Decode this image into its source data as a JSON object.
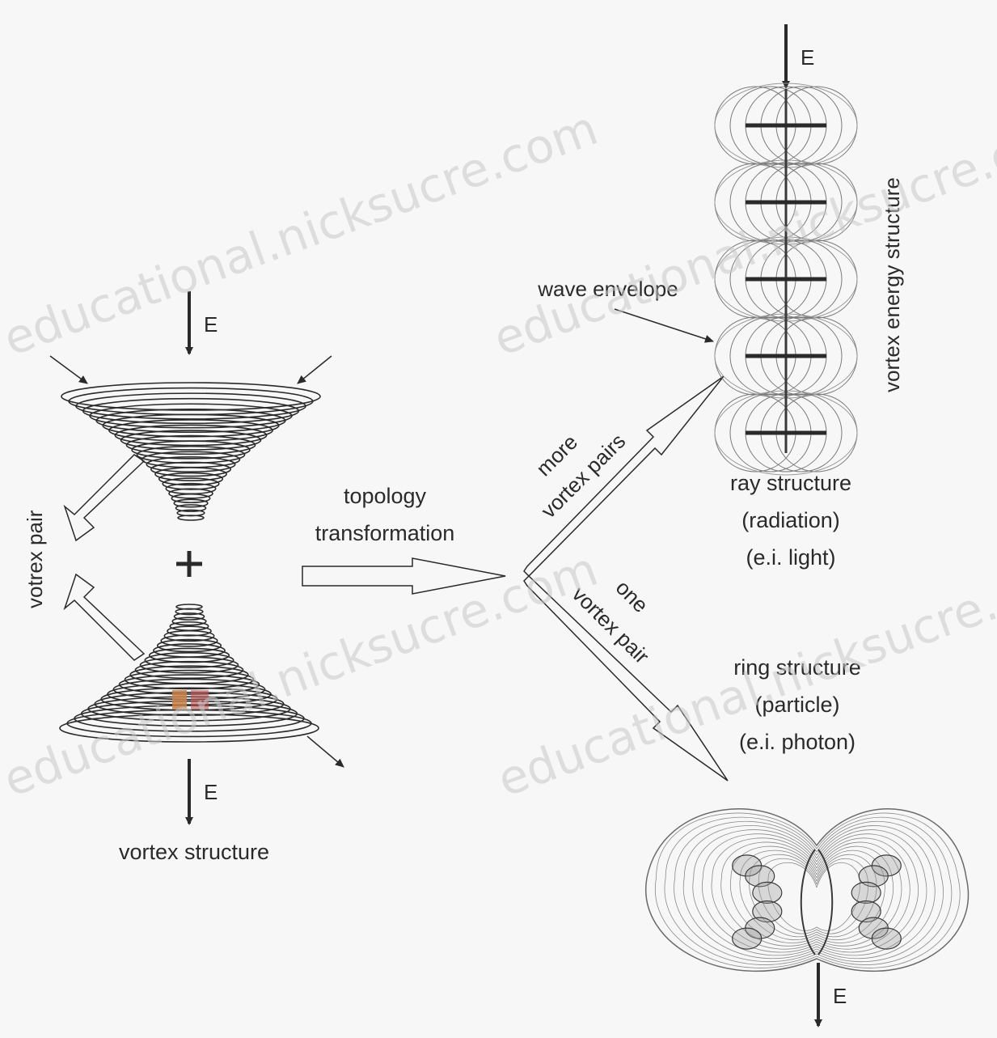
{
  "labels": {
    "energy_symbol": "E",
    "vortex_structure": "vortex structure",
    "vortex_pair": "votrex pair",
    "topology_line1": "topology",
    "topology_line2": "transformation",
    "more_line1": "more",
    "more_line2": "vortex pairs",
    "one_line1": "one",
    "one_line2": "vortex pair",
    "wave_envelope": "wave envelope",
    "vortex_energy_structure": "vortex energy structure",
    "ray_line1": "ray structure",
    "ray_line2": "(radiation)",
    "ray_line3": "(e.i. light)",
    "ring_line1": "ring structure",
    "ring_line2": "(particle)",
    "ring_line3": "(e.i. photon)"
  },
  "watermark": "educational.nicksucre.com",
  "colors": {
    "line": "#2a2a2a",
    "background": "#f7f7f7",
    "watermark": "#c8c8c8",
    "accent_square": "#c9834a"
  }
}
